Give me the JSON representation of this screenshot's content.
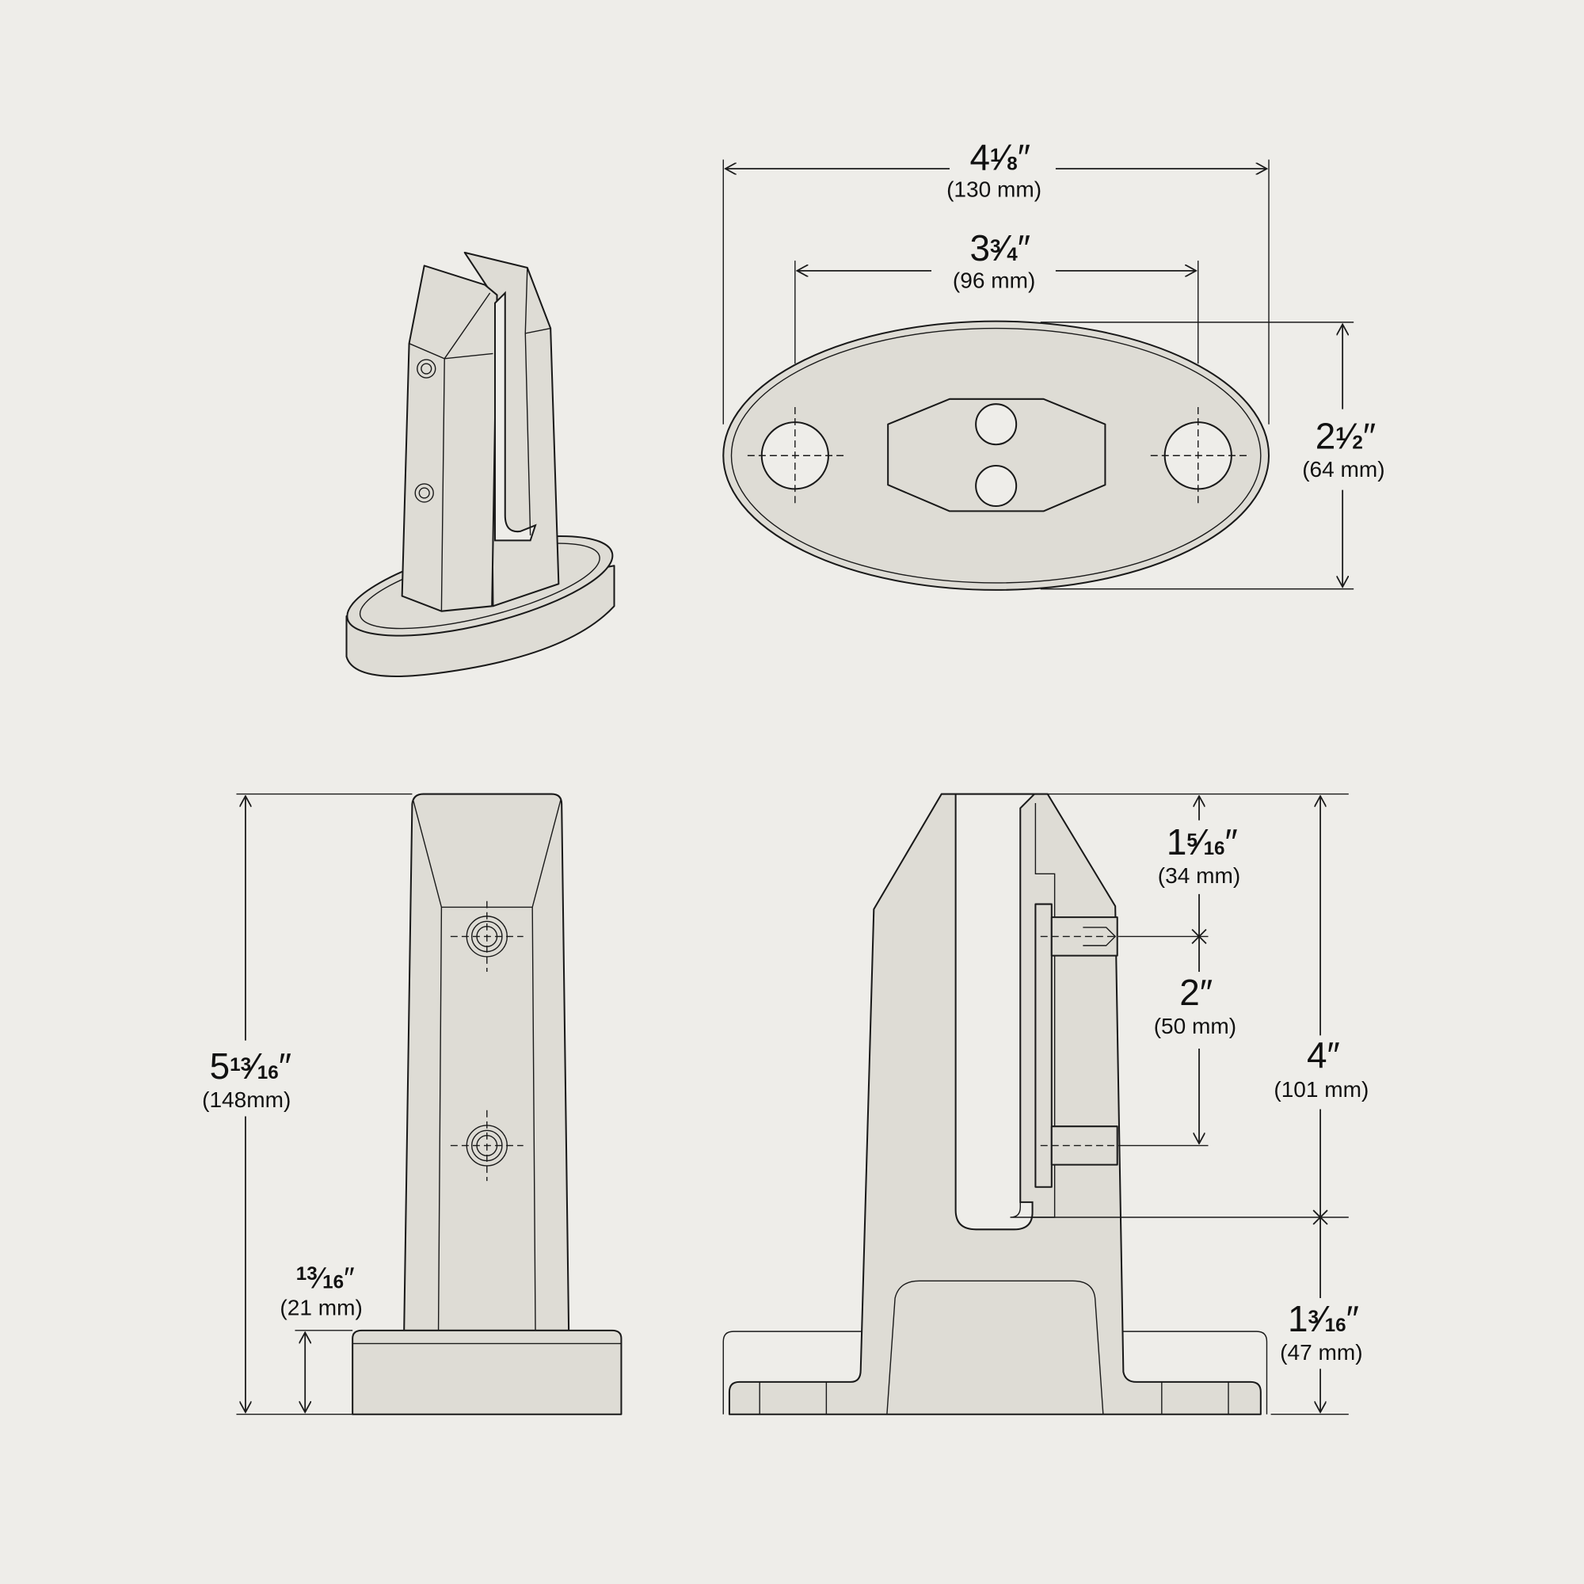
{
  "colors": {
    "background": "#eeede9",
    "part_fill": "#dedcd5",
    "line": "#1a1a1a"
  },
  "dimensions": {
    "overall_length": {
      "whole": "4",
      "num": "1",
      "den": "8",
      "unit": "″",
      "mm": "(130 mm)"
    },
    "hole_spacing": {
      "whole": "3",
      "num": "3",
      "den": "4",
      "unit": "″",
      "mm": "(96 mm)"
    },
    "base_width": {
      "whole": "2",
      "num": "1",
      "den": "2",
      "unit": "″",
      "mm": "(64 mm)"
    },
    "overall_height": {
      "whole": "5",
      "num": "13",
      "den": "16",
      "unit": "″",
      "mm": "(148mm)"
    },
    "base_thickness": {
      "whole": "",
      "num": "13",
      "den": "16",
      "unit": "″",
      "mm": "(21 mm)"
    },
    "top_to_screw": {
      "whole": "1",
      "num": "5",
      "den": "16",
      "unit": "″",
      "mm": "(34 mm)"
    },
    "screw_spacing": {
      "whole": "2",
      "num": "",
      "den": "",
      "unit": "″",
      "mm": "(50 mm)"
    },
    "clamp_height": {
      "whole": "4",
      "num": "",
      "den": "",
      "unit": "″",
      "mm": "(101 mm)"
    },
    "base_height": {
      "whole": "1",
      "num": "3",
      "den": "16",
      "unit": "″",
      "mm": "(47 mm)"
    }
  }
}
